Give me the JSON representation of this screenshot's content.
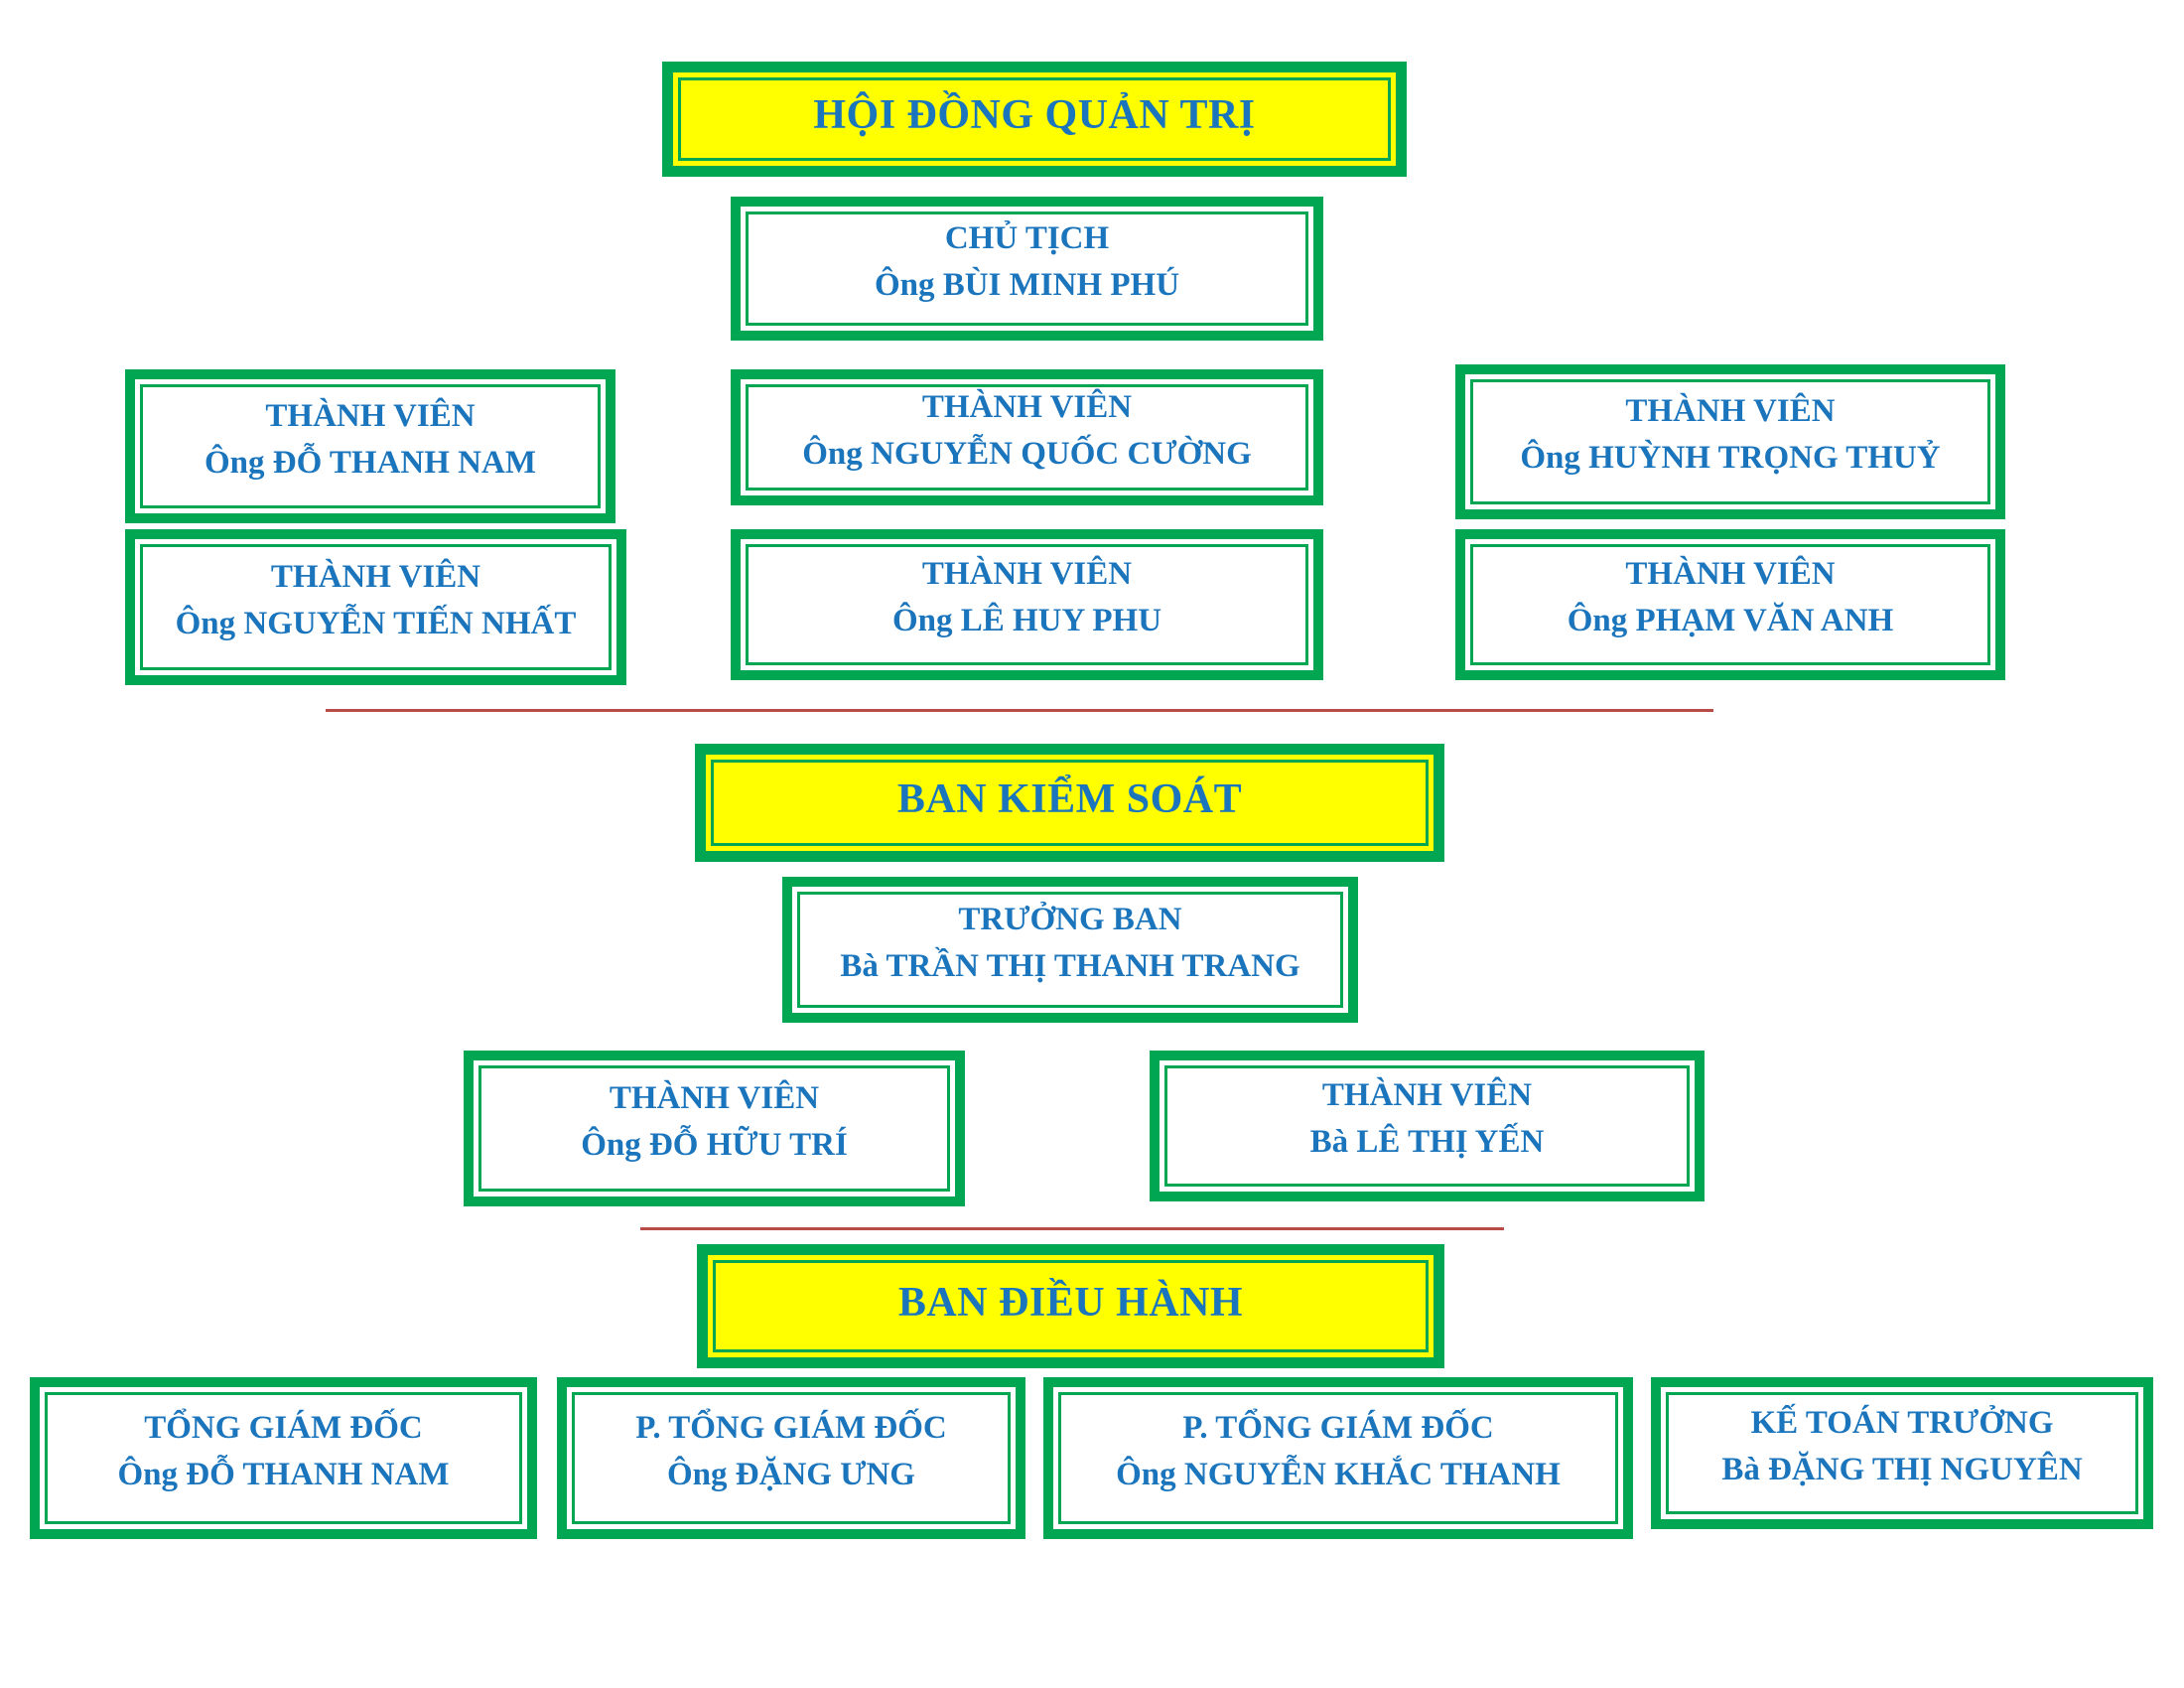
{
  "colors": {
    "border_green": "#00A651",
    "fill_yellow": "#FFFF00",
    "text_blue": "#1B75BC",
    "divider_red": "#B94B48"
  },
  "board": {
    "header": "HỘI ĐỒNG QUẢN TRỊ",
    "chairman": {
      "title": "CHỦ TỊCH",
      "name": "Ông BÙI MINH PHÚ"
    },
    "members": [
      {
        "title": "THÀNH VIÊN",
        "name": "Ông ĐỖ THANH NAM"
      },
      {
        "title": "THÀNH VIÊN",
        "name": "Ông NGUYỄN QUỐC CƯỜNG"
      },
      {
        "title": "THÀNH VIÊN",
        "name": "Ông HUỲNH TRỌNG THUỶ"
      },
      {
        "title": "THÀNH VIÊN",
        "name": "Ông NGUYỄN TIẾN NHẤT"
      },
      {
        "title": "THÀNH VIÊN",
        "name": "Ông LÊ HUY PHU"
      },
      {
        "title": "THÀNH VIÊN",
        "name": "Ông PHẠM VĂN ANH"
      }
    ]
  },
  "supervisory": {
    "header": "BAN KIỂM SOÁT",
    "head": {
      "title": "TRƯỞNG BAN",
      "name": "Bà TRẦN THỊ THANH TRANG"
    },
    "members": [
      {
        "title": "THÀNH VIÊN",
        "name": "Ông ĐỖ HỮU TRÍ"
      },
      {
        "title": "THÀNH VIÊN",
        "name": "Bà LÊ THỊ YẾN"
      }
    ]
  },
  "executive": {
    "header": "BAN ĐIỀU HÀNH",
    "members": [
      {
        "title": "TỔNG GIÁM ĐỐC",
        "name": "Ông ĐỖ THANH NAM"
      },
      {
        "title": "P. TỔNG GIÁM ĐỐC",
        "name": "Ông ĐẶNG ƯNG"
      },
      {
        "title": "P. TỔNG GIÁM ĐỐC",
        "name": "Ông NGUYỄN KHẮC THANH"
      },
      {
        "title": "KẾ TOÁN TRƯỞNG",
        "name": "Bà ĐẶNG THỊ NGUYÊN"
      }
    ]
  }
}
